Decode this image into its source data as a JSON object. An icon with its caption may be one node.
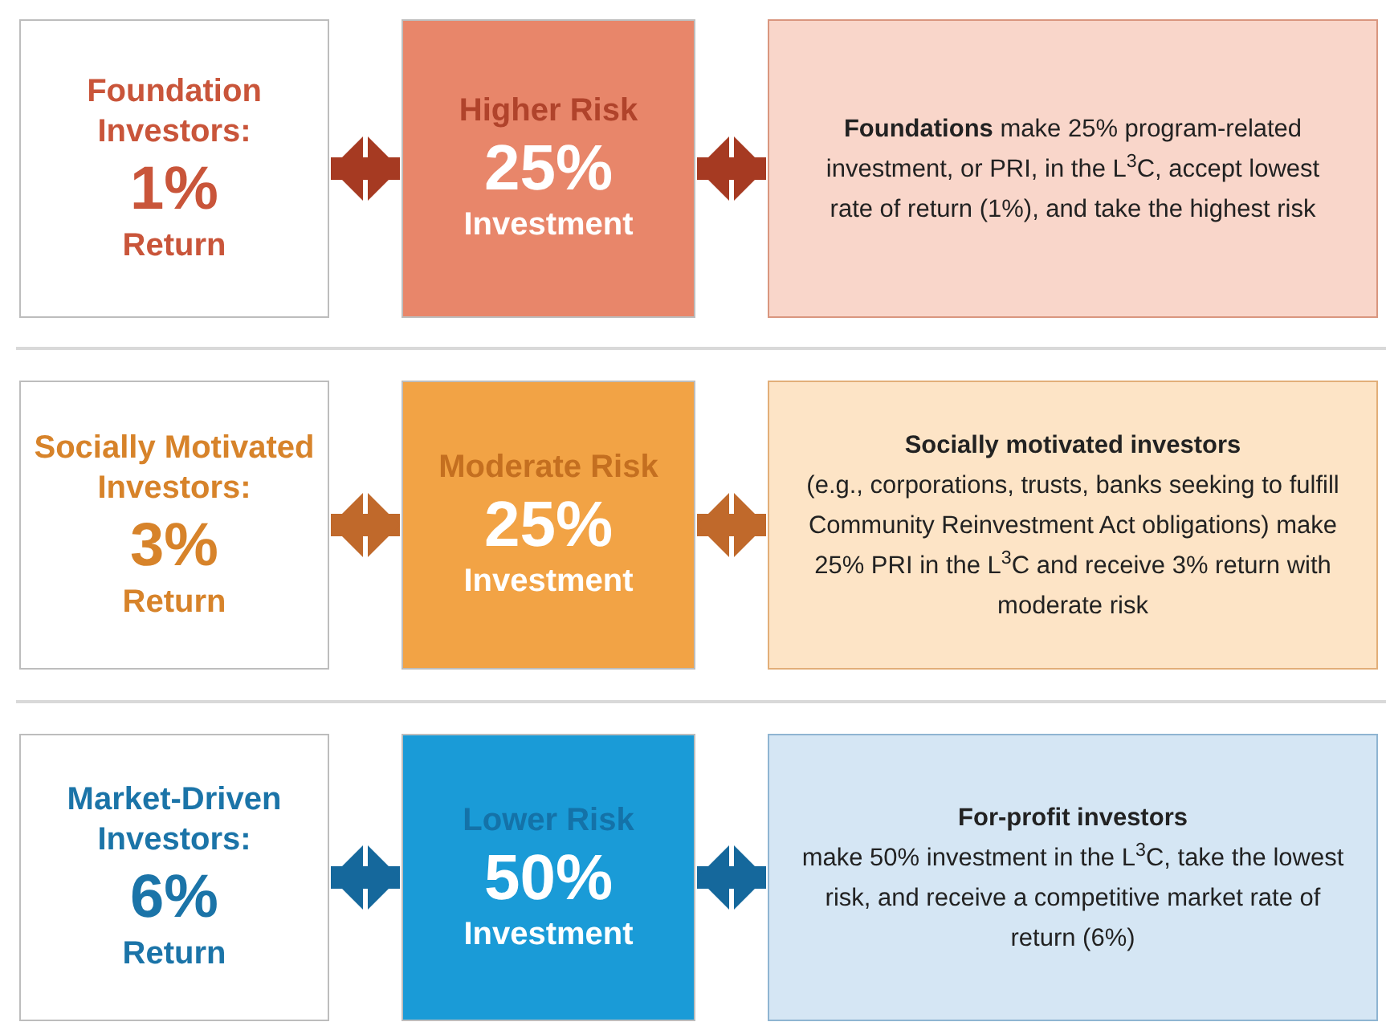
{
  "diagram": {
    "nodes": [
      {
        "text": [
          "Foundation Investors:",
          "1%",
          "Return"
        ]
      },
      {
        "text": [
          "Higher Risk",
          "25%",
          "Investment"
        ]
      },
      {
        "text": [
          "**Foundations** make 25% program-related investment, or PRI, in the L$^{3}$C, accept lowest rate of return (1%), and take the highest risk"
        ]
      },
      {
        "text": [
          "Socially Motivated Investors:",
          "3%",
          "Return"
        ]
      },
      {
        "text": [
          "Moderate Risk",
          "25%",
          "Investment"
        ]
      },
      {
        "text": [
          "Socially motivated investors",
          "(e.g., corporations, trusts, banks seeking to fulfill Community Reinvestment Act obligations) make 25% PRI in the L$^{3}$C and receive 3% return with moderate risk"
        ]
      },
      {
        "text": [
          "Market-Driven Investors:",
          "6%",
          "Return"
        ]
      },
      {
        "text": [
          "Lower Risk",
          "50%",
          "Investment"
        ]
      },
      {
        "text": [
          "For-profit investors",
          "make 50% investment in the L$^{3}$C, take the lowest risk, and receive a competitive market rate of return (6%)"
        ]
      }
    ],
    "edges": [
      {
        "from": 0,
        "to": 1,
        "arrow": "both",
        "color": "#a63a22"
      },
      {
        "from": 1,
        "to": 2,
        "arrow": "both",
        "color": "#a63a22"
      },
      {
        "from": 3,
        "to": 4,
        "arrow": "both",
        "color": "#c0692b"
      },
      {
        "from": 4,
        "to": 5,
        "arrow": "both",
        "color": "#c0692b"
      },
      {
        "from": 6,
        "to": 7,
        "arrow": "both",
        "color": "#15689c"
      },
      {
        "from": 7,
        "to": 8,
        "arrow": "both",
        "color": "#15689c"
      }
    ]
  }
}
